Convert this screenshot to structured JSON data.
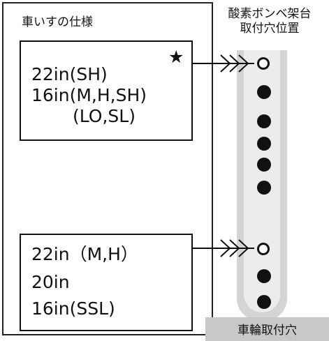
{
  "left_panel": {
    "title": "車いすの仕様",
    "box_top": {
      "lines": [
        "22in(SH)",
        "16in(M,H,SH)",
        "(LO,SL)"
      ],
      "marker": "★"
    },
    "box_bottom": {
      "lines": [
        "22in（M,H）",
        "20in",
        "16in(SSL)"
      ]
    }
  },
  "right_panel": {
    "title_lines": [
      "酸素ボンベ架台",
      "取付穴位置"
    ],
    "bottom_label": "車輪取付穴"
  }
}
